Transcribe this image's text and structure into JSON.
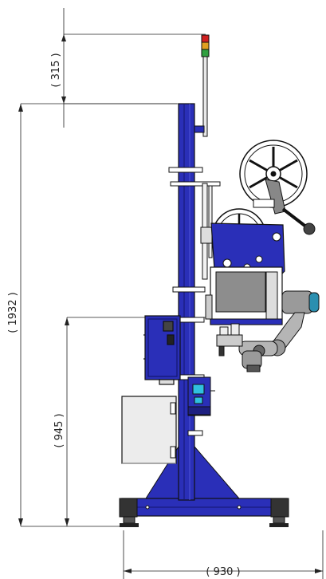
{
  "dimensions": {
    "beacon_height": "( 315 )",
    "mast_height": "( 1932 )",
    "head_height": "( 945 )",
    "base_width": "( 930 )"
  },
  "colors": {
    "frame": "#2a2fb8",
    "frame_dark": "#14166e",
    "outline": "#111111",
    "panel_grey": "#8d8d8d",
    "cabinet": "#ececec",
    "beacon_red": "#d02020",
    "beacon_amber": "#e0a020",
    "beacon_green": "#30a040",
    "robot_grey": "#9a9a9a",
    "robot_accent": "#2a8fb0",
    "dimension_line": "#222222"
  }
}
